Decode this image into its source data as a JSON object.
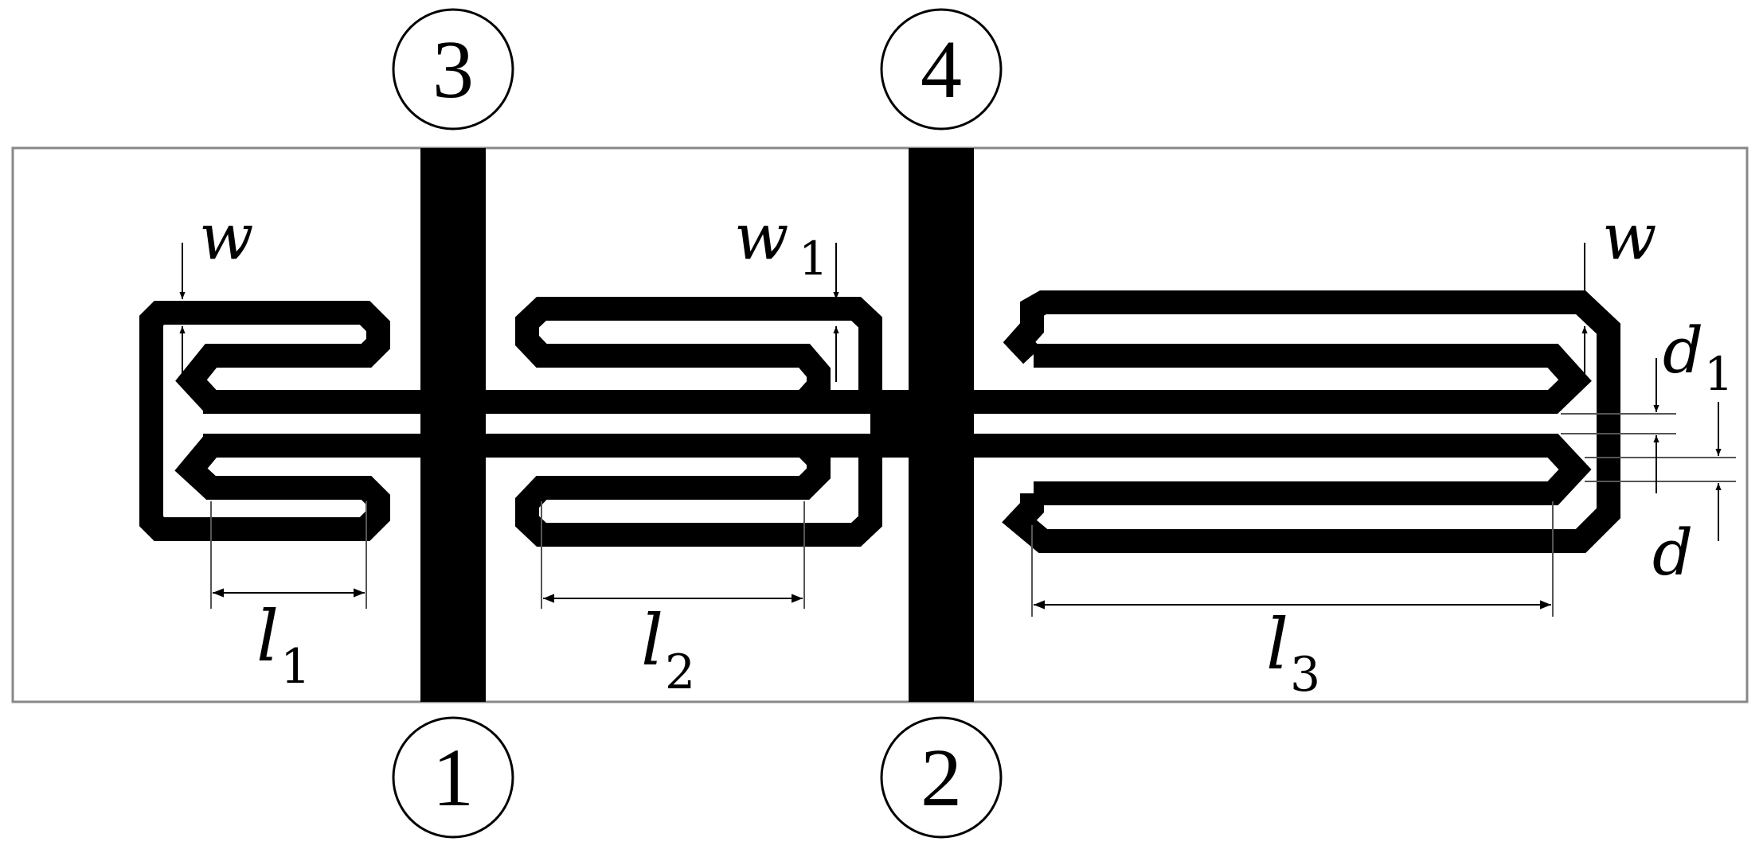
{
  "ports": {
    "p1": "1",
    "p2": "2",
    "p3": "3",
    "p4": "4"
  },
  "labels": {
    "w_left": "w",
    "w_right": "w",
    "w1": "w",
    "w1_sub": "1",
    "d1": "d",
    "d1_sub": "1",
    "d": "d",
    "l1": "l",
    "l1_sub": "1",
    "l2": "l",
    "l2_sub": "2",
    "l3": "l",
    "l3_sub": "3"
  },
  "colors": {
    "trace": "#000000",
    "substrate_border": "#888888",
    "background": "#ffffff"
  }
}
